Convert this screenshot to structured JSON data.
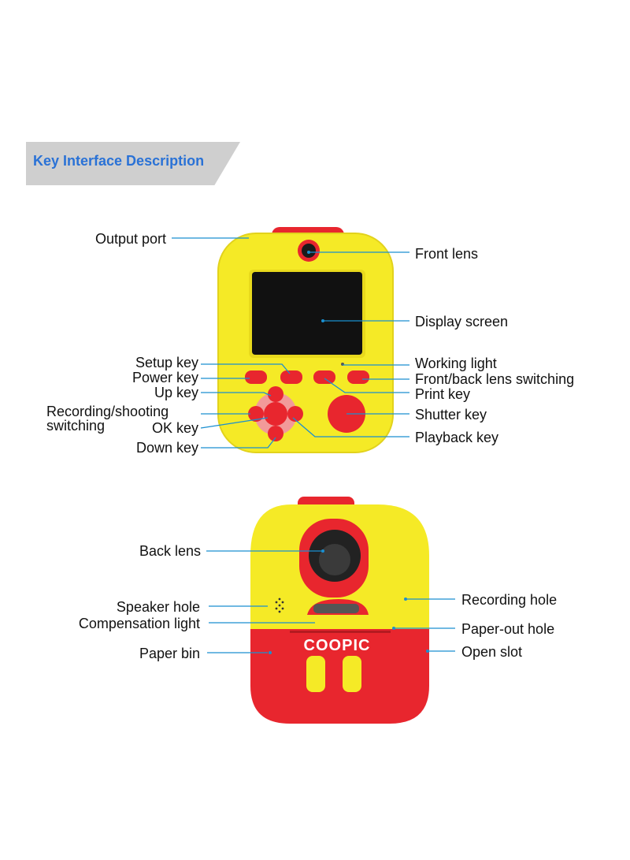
{
  "header": {
    "title": "Key Interface Description"
  },
  "colors": {
    "banner_bg": "#cfcfcf",
    "title_text": "#2a72d6",
    "body_yellow": "#f5ea26",
    "body_red": "#e8262e",
    "leader_line": "#1a8fd0",
    "screen": "#111111"
  },
  "front_view": {
    "labels": {
      "output_port": "Output port",
      "front_lens": "Front lens",
      "display_screen": "Display screen",
      "setup_key": "Setup key",
      "working_light": "Working light",
      "power_key": "Power key",
      "front_back_switch": "Front/back lens switching",
      "up_key": "Up key",
      "print_key": "Print key",
      "recording_shooting_1": "Recording/shooting",
      "recording_shooting_2": "switching",
      "shutter_key": "Shutter key",
      "ok_key": "OK key",
      "playback_key": "Playback key",
      "down_key": "Down key"
    }
  },
  "back_view": {
    "brand": "COOPIC",
    "labels": {
      "back_lens": "Back lens",
      "recording_hole": "Recording hole",
      "speaker_hole": "Speaker hole",
      "compensation_light": "Compensation light",
      "paper_out_hole": "Paper-out hole",
      "paper_bin": "Paper bin",
      "open_slot": "Open slot"
    }
  }
}
